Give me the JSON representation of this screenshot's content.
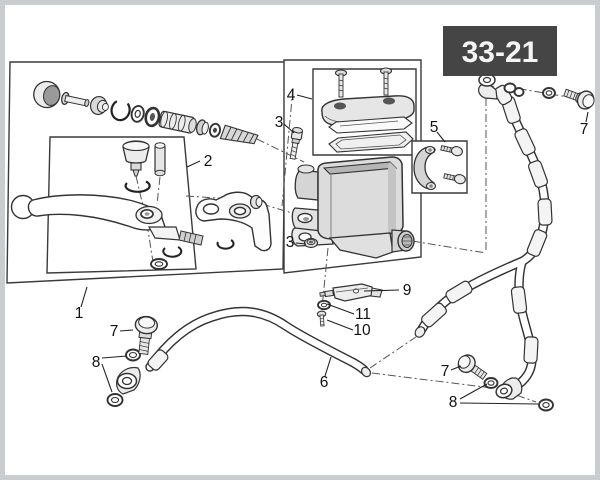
{
  "badge": {
    "label": "33-21",
    "bg_color": "#454545",
    "text_color": "#f5f5f5"
  },
  "frame": {
    "border_color": "#c9cdd0",
    "background": "#ffffff",
    "line_color": "#333333"
  },
  "diagram": {
    "type": "exploded-parts-diagram",
    "callouts": [
      {
        "label": "1"
      },
      {
        "label": "2"
      },
      {
        "label": "3"
      },
      {
        "label": "3"
      },
      {
        "label": "4"
      },
      {
        "label": "5"
      },
      {
        "label": "6"
      },
      {
        "label": "7"
      },
      {
        "label": "7"
      },
      {
        "label": "7"
      },
      {
        "label": "8"
      },
      {
        "label": "8"
      },
      {
        "label": "9"
      },
      {
        "label": "10"
      },
      {
        "label": "11"
      }
    ]
  }
}
